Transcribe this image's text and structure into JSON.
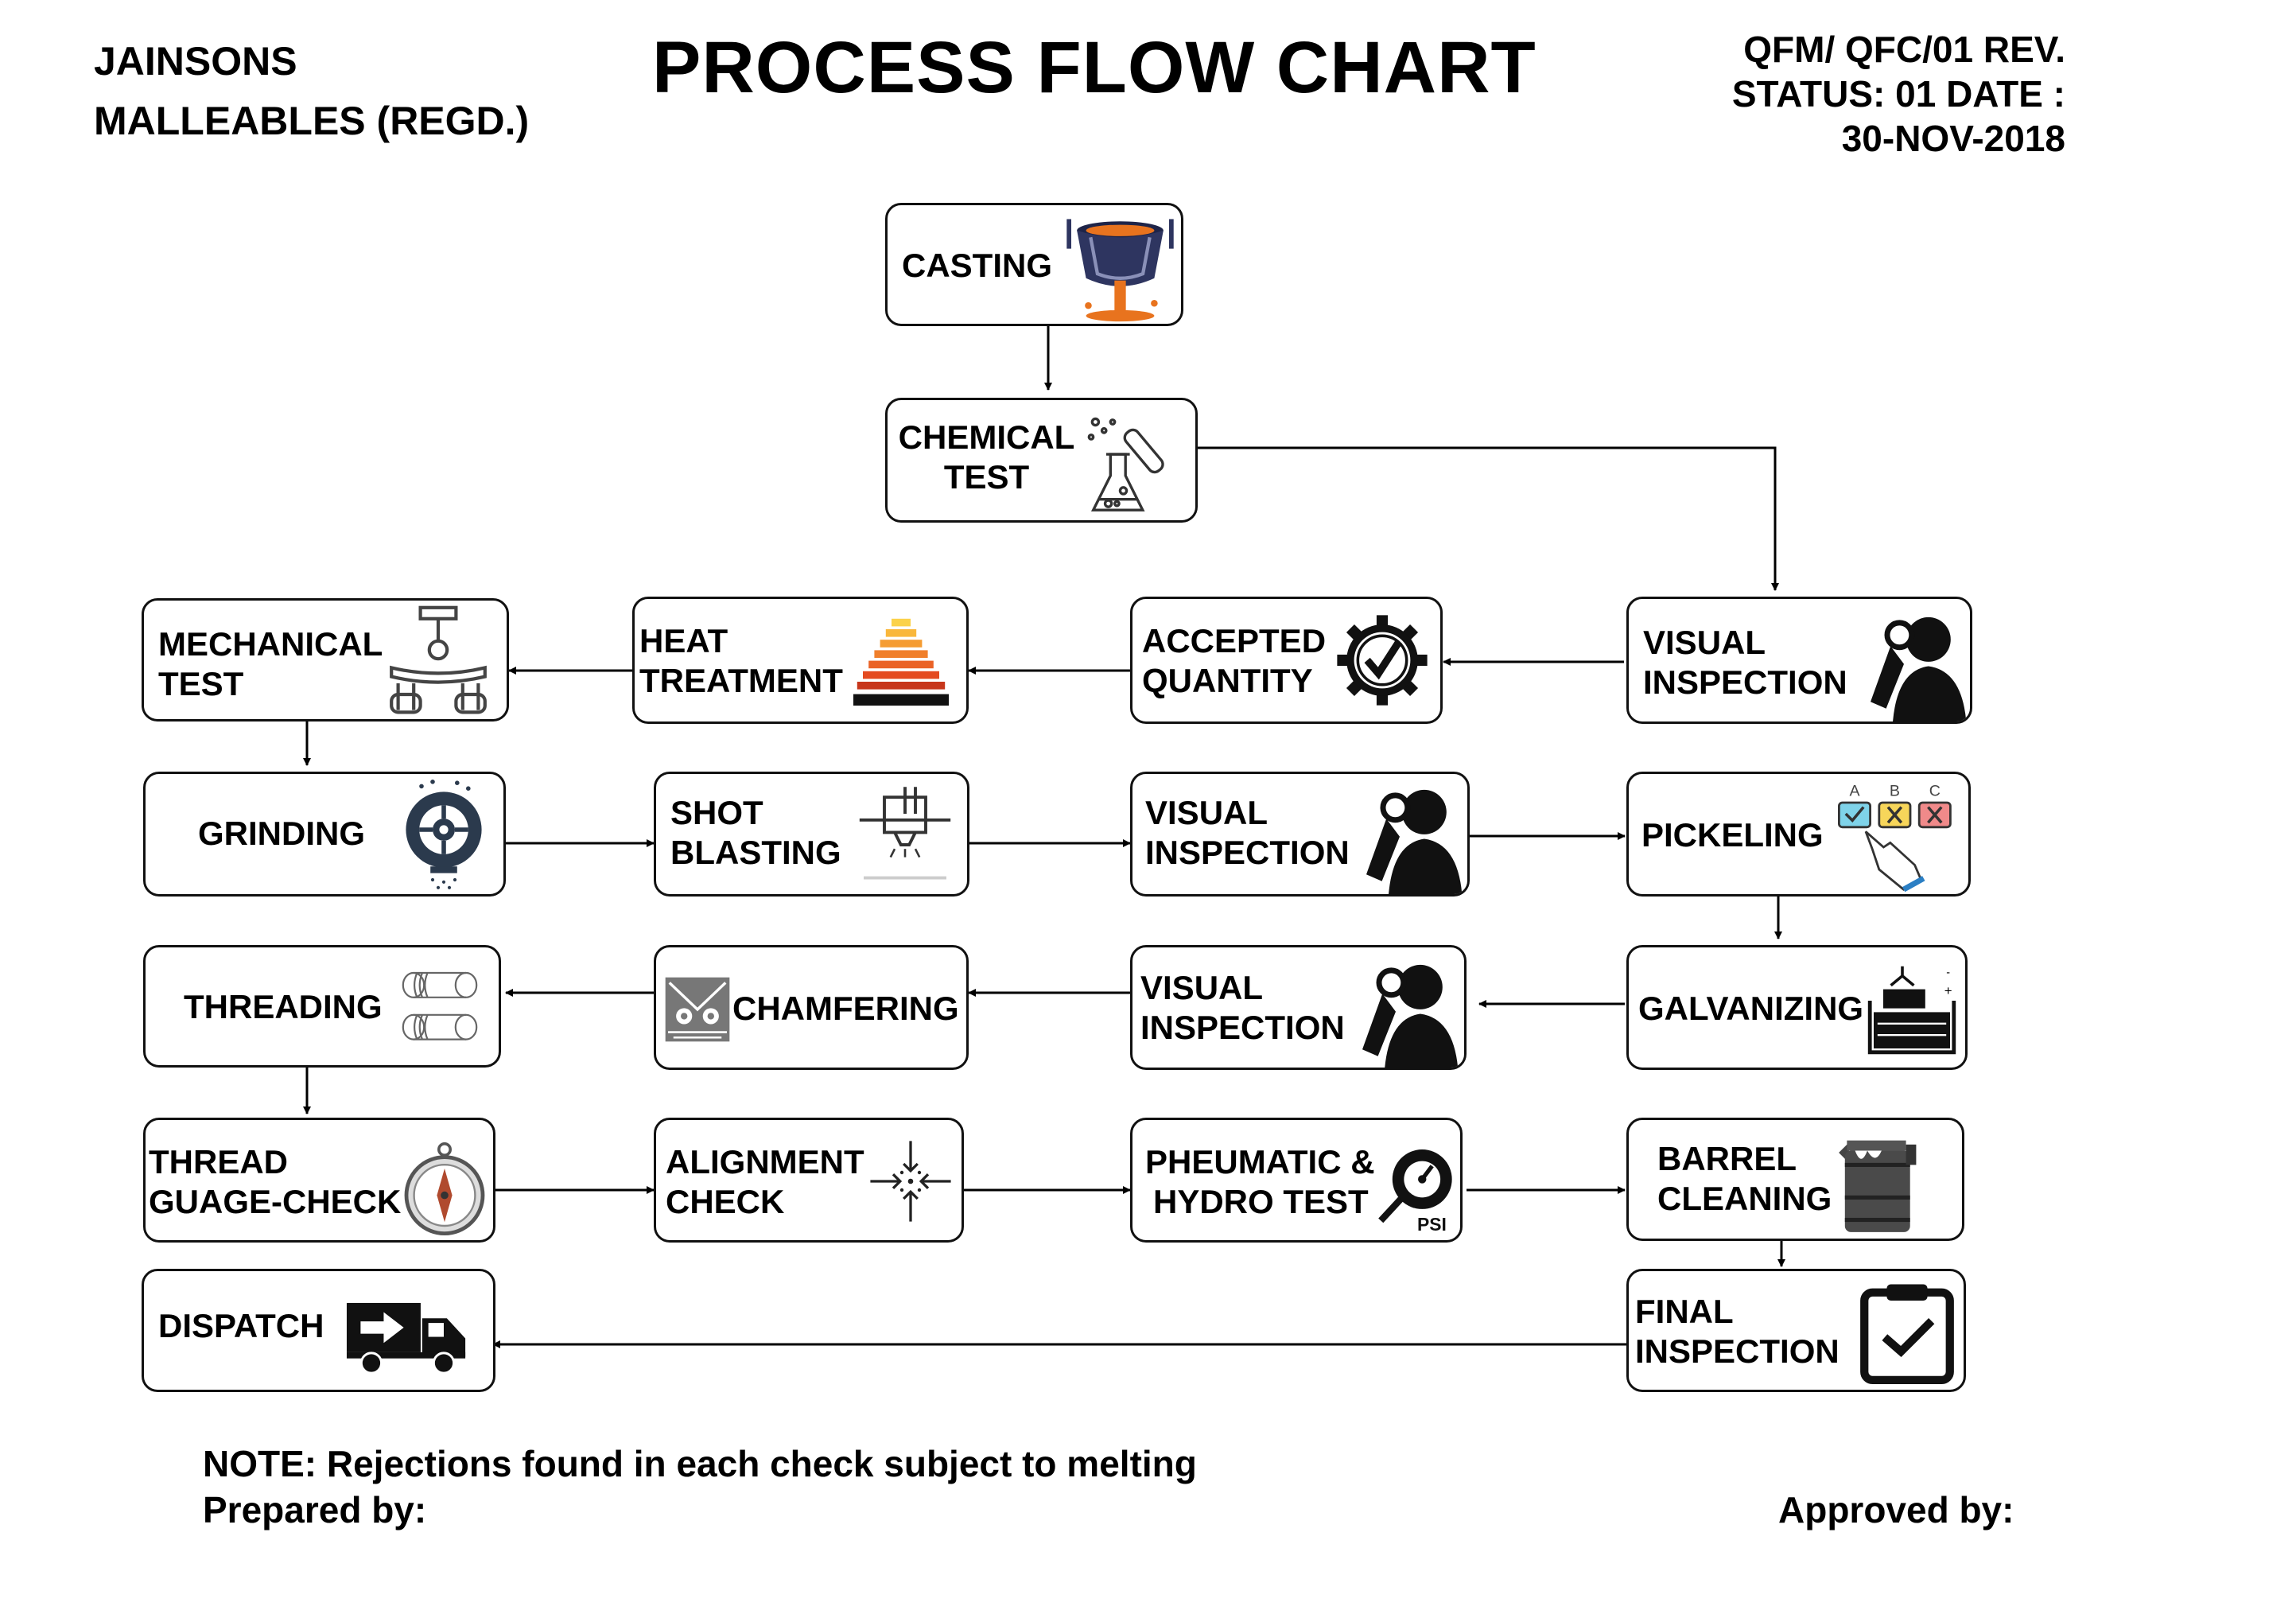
{
  "header": {
    "company": [
      "JAINSONS",
      "MALLEABLES (REGD.)"
    ],
    "title": "PROCESS FLOW CHART",
    "doc_ref": [
      "QFM/ QFC/01 REV.",
      "STATUS: 01 DATE :",
      "30-NOV-2018"
    ]
  },
  "steps": {
    "casting": {
      "lines": [
        "CASTING"
      ],
      "icon": "ladle-pouring-icon"
    },
    "chemical_test": {
      "lines": [
        "CHEMICAL",
        "TEST"
      ],
      "icon": "flask-test-tube-icon"
    },
    "visual_inspection_1": {
      "lines": [
        "VISUAL",
        "INSPECTION"
      ],
      "icon": "inspector-magnifier-icon"
    },
    "accepted_quantity": {
      "lines": [
        "ACCEPTED",
        "QUANTITY"
      ],
      "icon": "gear-check-icon"
    },
    "heat_treatment": {
      "lines": [
        "HEAT",
        "TREATMENT"
      ],
      "icon": "heat-layers-icon"
    },
    "mechanical_test": {
      "lines": [
        "MECHANICAL",
        "TEST"
      ],
      "icon": "press-test-icon"
    },
    "grinding": {
      "lines": [
        "GRINDING"
      ],
      "icon": "grinding-wheel-icon"
    },
    "shot_blasting": {
      "lines": [
        "SHOT",
        "BLASTING"
      ],
      "icon": "blasting-nozzle-icon"
    },
    "visual_inspection_2": {
      "lines": [
        "VISUAL",
        "INSPECTION"
      ],
      "icon": "inspector-magnifier-icon"
    },
    "pickeling": {
      "lines": [
        "PICKELING"
      ],
      "icon": "abc-choice-icon",
      "icon_letters": [
        "A",
        "B",
        "C"
      ]
    },
    "galvanizing": {
      "lines": [
        "GALVANIZING"
      ],
      "icon": "galvanizing-bath-icon"
    },
    "visual_inspection_3": {
      "lines": [
        "VISUAL",
        "INSPECTION"
      ],
      "icon": "inspector-magnifier-icon"
    },
    "chamfering": {
      "lines": [
        "CHAMFERING"
      ],
      "icon": "chamfer-tool-icon"
    },
    "threading": {
      "lines": [
        "THREADING"
      ],
      "icon": "thread-rolls-icon"
    },
    "thread_gauge_check": {
      "lines": [
        "THREAD",
        "GUAGE-CHECK"
      ],
      "icon": "stopwatch-compass-icon"
    },
    "alignment_check": {
      "lines": [
        "ALIGNMENT",
        "CHECK"
      ],
      "icon": "converging-arrows-icon"
    },
    "pneumatic_hydro_test": {
      "lines": [
        "PHEUMATIC &",
        "HYDRO TEST"
      ],
      "icon": "pressure-gauge-icon",
      "icon_text": "PSI"
    },
    "barrel_cleaning": {
      "lines": [
        "BARREL",
        "CLEANING"
      ],
      "icon": "barrel-icon"
    },
    "final_inspection": {
      "lines": [
        "FINAL",
        "INSPECTION"
      ],
      "icon": "clipboard-check-icon"
    },
    "dispatch": {
      "lines": [
        "DISPATCH"
      ],
      "icon": "delivery-truck-icon"
    }
  },
  "footer": {
    "note": "NOTE: Rejections found in each check subject to melting",
    "prepared_by": "Prepared by:",
    "approved_by": "Approved by:"
  },
  "colors": {
    "casting_metal": "#e8731e",
    "casting_ladle": "#2e3560",
    "heat_hot": "#e53d1c",
    "heat_warm": "#f7b733"
  }
}
